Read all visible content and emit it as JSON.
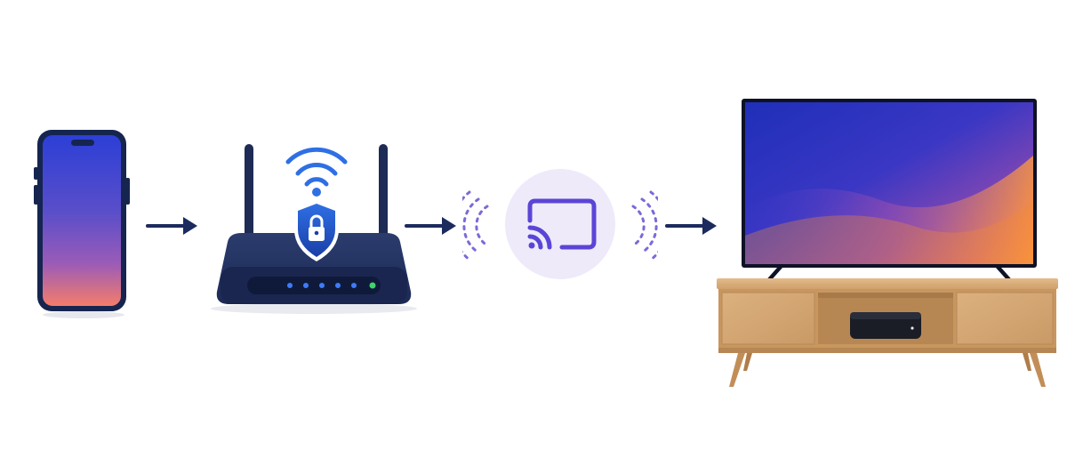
{
  "diagram": {
    "flow": [
      "smartphone",
      "secure-wifi-router",
      "cast",
      "smart-tv"
    ],
    "icons": {
      "phone": "smartphone-icon",
      "router": "wifi-router-icon",
      "wifi": "wifi-signal-icon",
      "lock": "shield-lock-icon",
      "cast": "cast-icon",
      "tv": "tv-icon",
      "media_box": "streaming-box-icon",
      "cabinet": "tv-stand-icon"
    },
    "colors": {
      "navy": "#16285a",
      "arrow": "#1b2b5e",
      "router_body": "#1d2b55",
      "wifi_blue": "#2f6fe4",
      "cast_purple": "#5b45d6",
      "cast_bg": "#eeeafa",
      "led_blue": "#3d7bff",
      "led_green": "#41d36b",
      "wood": "#d6ab78",
      "screen_top": "#2a39c9",
      "screen_bottom": "#f08a3a"
    }
  }
}
